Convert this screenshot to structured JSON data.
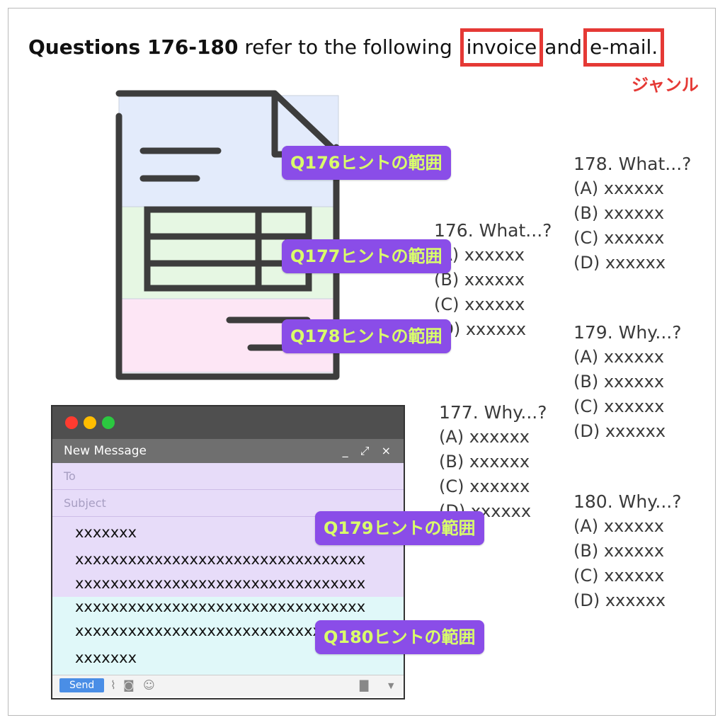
{
  "headline": {
    "bold": "Questions 176-180",
    "text1": " refer to the following ",
    "kw1": "invoice",
    "text2": "and",
    "kw2": "e-mail.",
    "genre": "ジャンル"
  },
  "hints": {
    "h176": "Q176ヒントの範囲",
    "h177": "Q177ヒントの範囲",
    "h178": "Q178ヒントの範囲",
    "h179": "Q179ヒントの範囲",
    "h180": "Q180ヒントの範囲"
  },
  "questions": {
    "q176": {
      "title": "176. What...?",
      "a": "(A) xxxxxx",
      "b": "(B) xxxxxx",
      "c": "(C) xxxxxx",
      "d": "(D) xxxxxx"
    },
    "q177": {
      "title": "177. Why...?",
      "a": "(A) xxxxxx",
      "b": "(B) xxxxxx",
      "c": "(C) xxxxxx",
      "d": "(D) xxxxxx"
    },
    "q178": {
      "title": "178. What...?",
      "a": "(A) xxxxxx",
      "b": "(B) xxxxxx",
      "c": "(C) xxxxxx",
      "d": "(D) xxxxxx"
    },
    "q179": {
      "title": "179. Why...?",
      "a": "(A) xxxxxx",
      "b": "(B) xxxxxx",
      "c": "(C) xxxxxx",
      "d": "(D) xxxxxx"
    },
    "q180": {
      "title": "180. Why...?",
      "a": "(A) xxxxxx",
      "b": "(B) xxxxxx",
      "c": "(C) xxxxxx",
      "d": "(D) xxxxxx"
    }
  },
  "email": {
    "title": "New Message",
    "controls": "_ ⤢ ×",
    "to": "To",
    "subject": "Subject",
    "lines": [
      "xxxxxxx",
      "xxxxxxxxxxxxxxxxxxxxxxxxxxxxxxxxx",
      "xxxxxxxxxxxxxxxxxxxxxxxxxxxxxxxxx",
      "xxxxxxxxxxxxxxxxxxxxxxxxxxxxxxxxx",
      "xxxxxxxxxxxxxxxxxxxxxxxxxxxxxxxxx",
      "xxxxxxx"
    ],
    "send": "Send",
    "icons": [
      "paperclip-icon",
      "camera-icon",
      "smiley-icon",
      "trash-icon",
      "dropdown-icon"
    ]
  },
  "colors": {
    "accent_red": "#e53935",
    "hint_bg": "#8a4de8",
    "hint_text": "#d9ff6a",
    "zone_blue": "#e3ebfb",
    "zone_green": "#e6f7e3",
    "zone_pink": "#fde6f5",
    "mail_purple": "#e7dcf9",
    "mail_cyan": "#e0f8f9"
  }
}
